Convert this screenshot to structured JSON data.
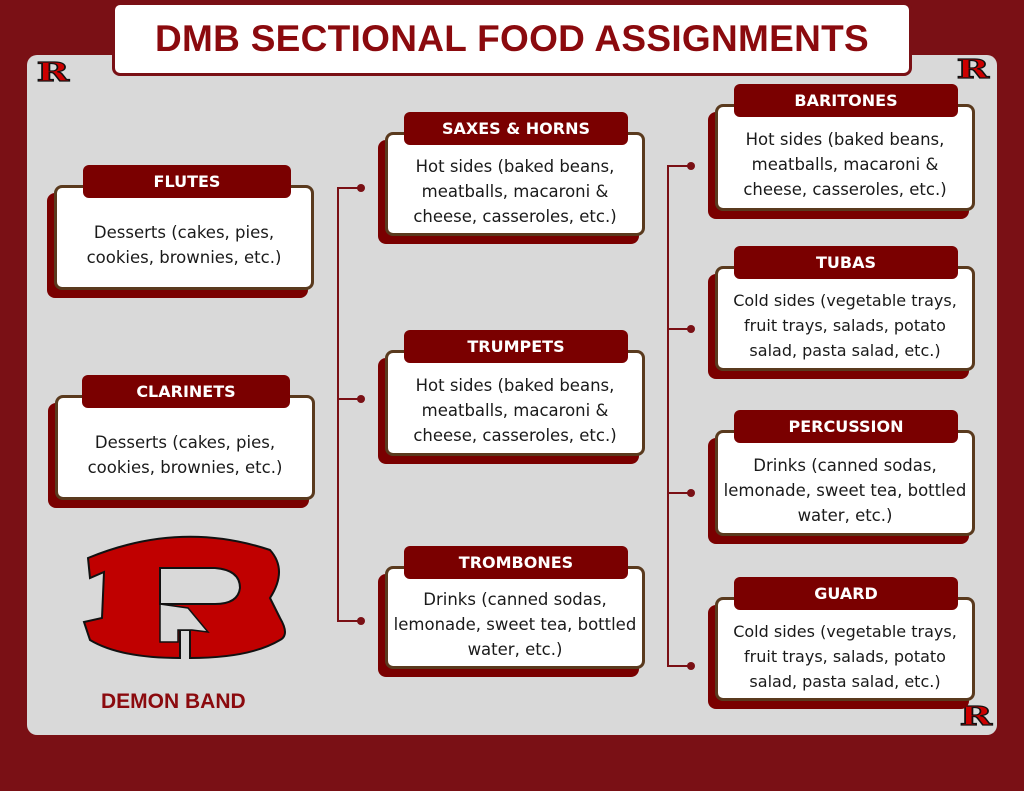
{
  "title": "DMB SECTIONAL FOOD ASSIGNMENTS",
  "logo": {
    "letter": "R",
    "caption": "DEMON BAND"
  },
  "colors": {
    "background": "#7a1015",
    "panel": "#d9d9d9",
    "accent": "#7a0000",
    "logo_red": "#c00000"
  },
  "sections": [
    {
      "name": "FLUTES",
      "food": "Desserts (cakes, pies, cookies, brownies, etc.)"
    },
    {
      "name": "CLARINETS",
      "food": "Desserts (cakes, pies, cookies, brownies, etc.)"
    },
    {
      "name": "SAXES & HORNS",
      "food": "Hot sides (baked beans, meatballs, macaroni & cheese, casseroles, etc.)"
    },
    {
      "name": "TRUMPETS",
      "food": "Hot sides (baked beans, meatballs, macaroni & cheese, casseroles, etc.)"
    },
    {
      "name": "TROMBONES",
      "food": "Drinks (canned sodas, lemonade, sweet tea, bottled water, etc.)"
    },
    {
      "name": "BARITONES",
      "food": "Hot sides (baked beans, meatballs, macaroni & cheese, casseroles, etc.)"
    },
    {
      "name": "TUBAS",
      "food": "Cold sides (vegetable trays, fruit trays, salads, potato salad, pasta salad, etc.)"
    },
    {
      "name": "PERCUSSION",
      "food": "Drinks (canned sodas, lemonade, sweet tea, bottled water, etc.)"
    },
    {
      "name": "GUARD",
      "food": "Cold sides (vegetable trays, fruit trays, salads, potato salad, pasta salad, etc.)"
    }
  ]
}
